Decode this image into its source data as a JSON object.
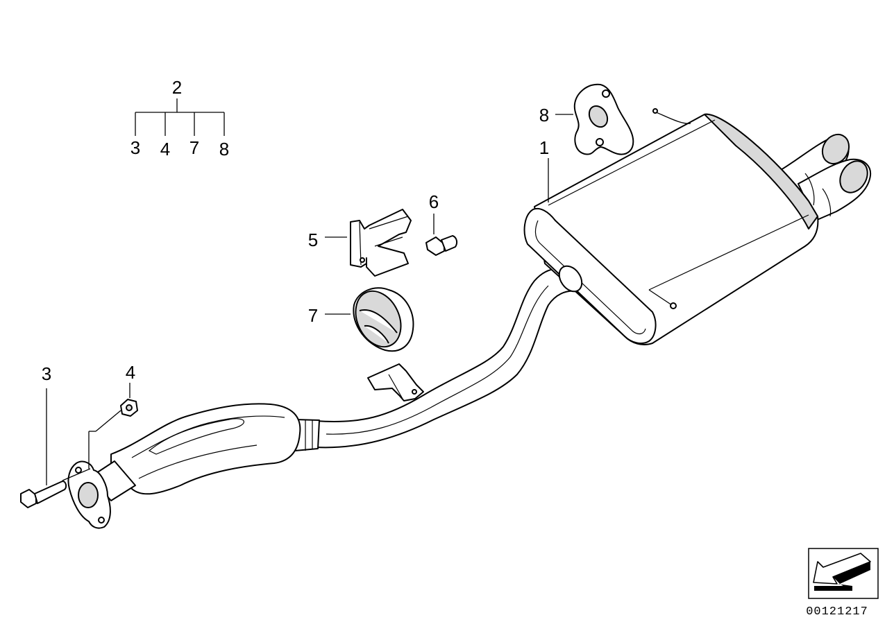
{
  "parts_tree": {
    "parent": "2",
    "children": [
      "3",
      "4",
      "7",
      "8"
    ]
  },
  "callouts": {
    "rear_silencer": "1",
    "bracket": "5",
    "bolt_small": "6",
    "rubber_mount": "7",
    "hanger": "8",
    "hex_bolt": "3",
    "hex_nut": "4"
  },
  "diagram_id": "00121217",
  "icons": {
    "view_direction": "direction-arrow-icon"
  }
}
